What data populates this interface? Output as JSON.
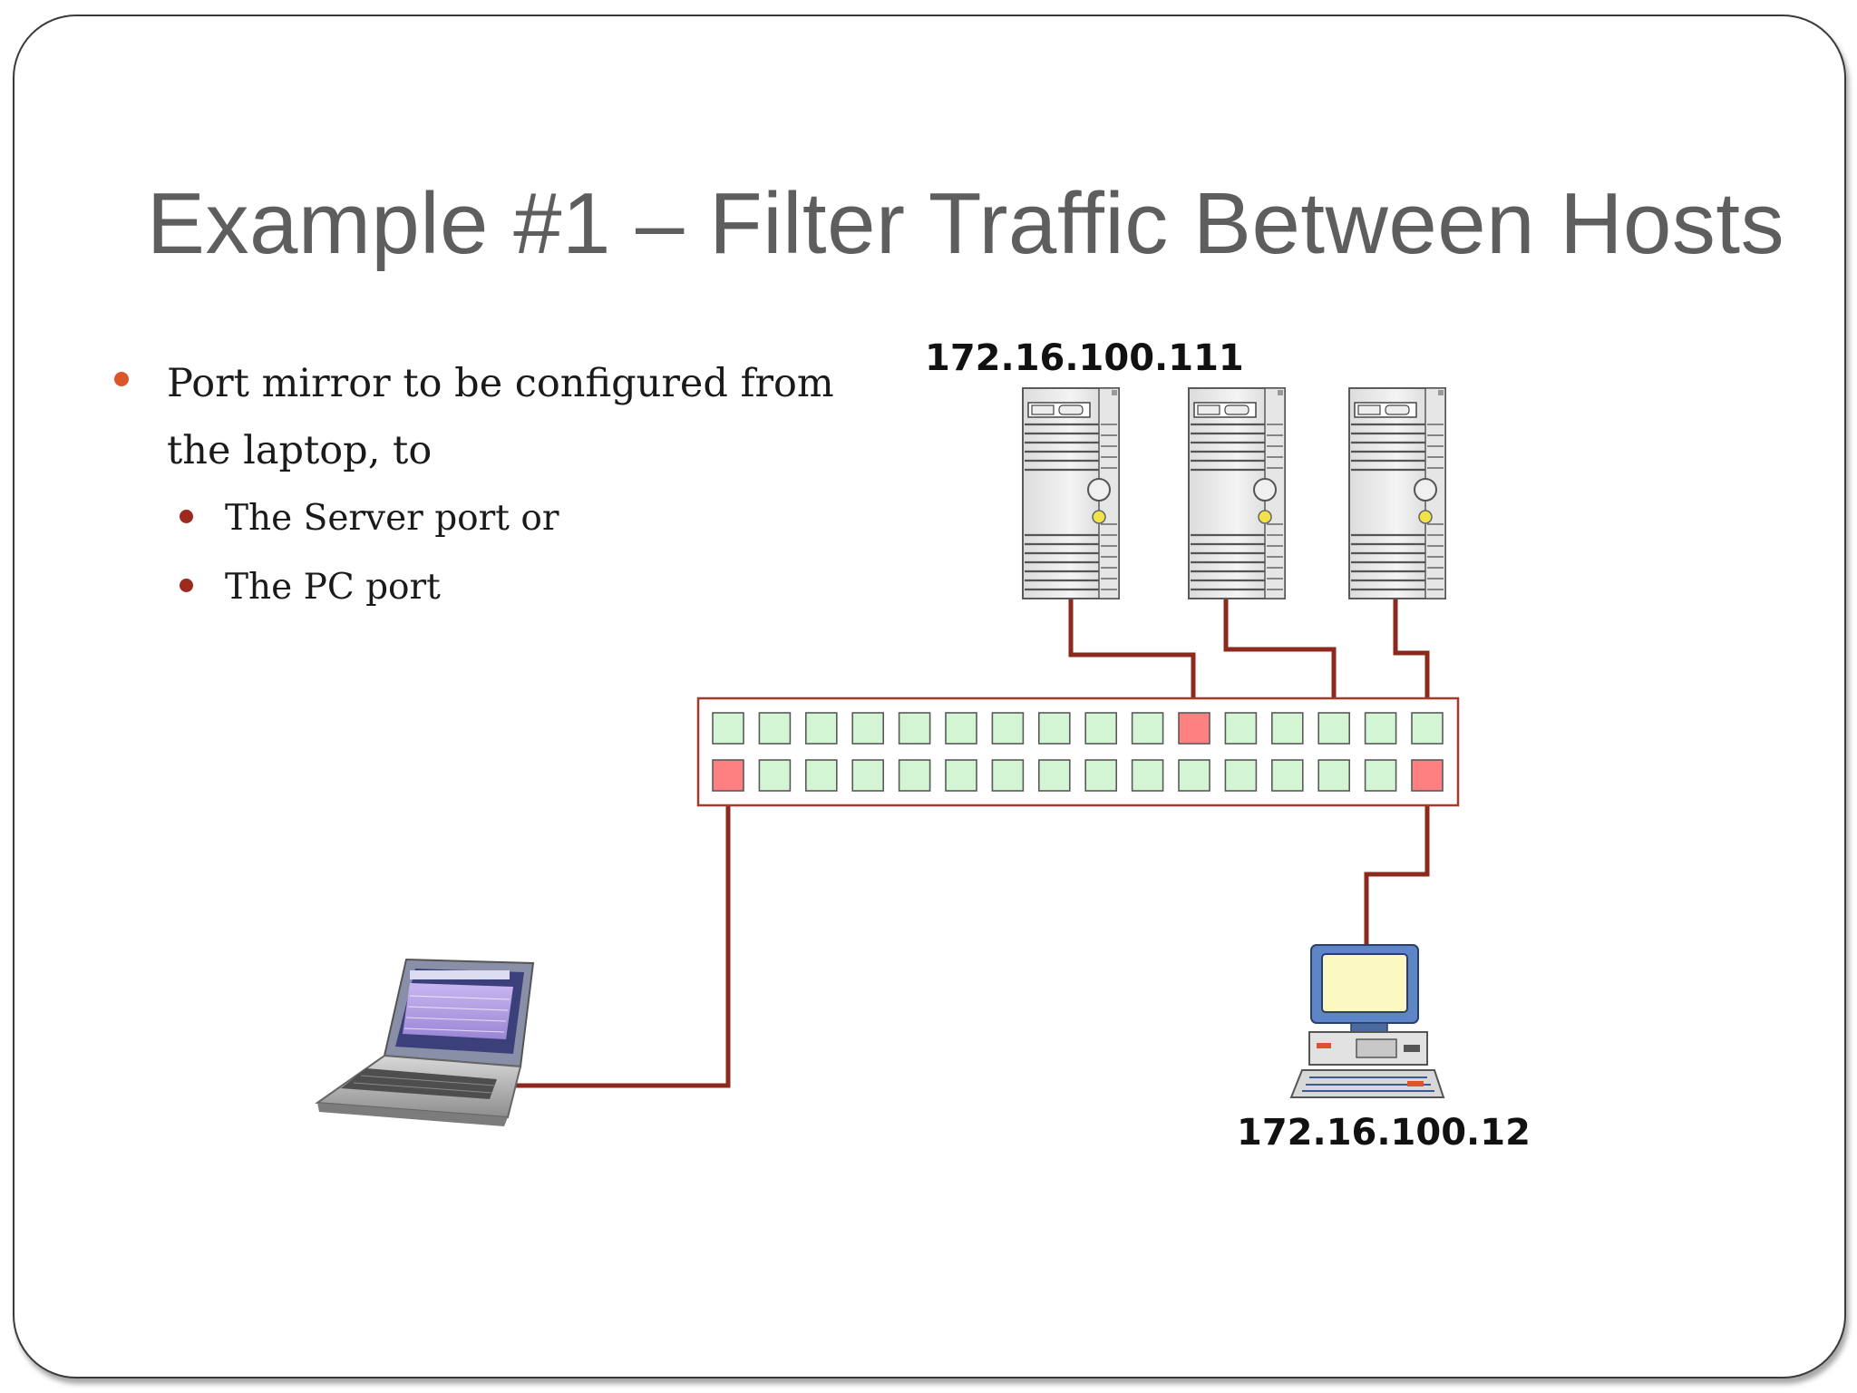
{
  "title": "Example #1 – Filter Traffic Between Hosts",
  "bullets": [
    {
      "text": "Port mirror to be configured from the laptop, to",
      "children": [
        {
          "text": "The Server port or"
        },
        {
          "text": "The PC port"
        }
      ]
    }
  ],
  "diagram": {
    "server_label": "172.16.100.111",
    "pc_label": "172.16.100.12",
    "colors": {
      "cable": "#8b2a1c",
      "port_idle": "#d4f5d4",
      "port_active": "#ff8080",
      "switch_border": "#a33a2c",
      "bullet_primary": "#d9572a",
      "bullet_secondary": "#9c2a1e"
    },
    "icons": [
      "server-icon",
      "laptop-icon",
      "desktop-pc-icon",
      "network-switch"
    ]
  }
}
